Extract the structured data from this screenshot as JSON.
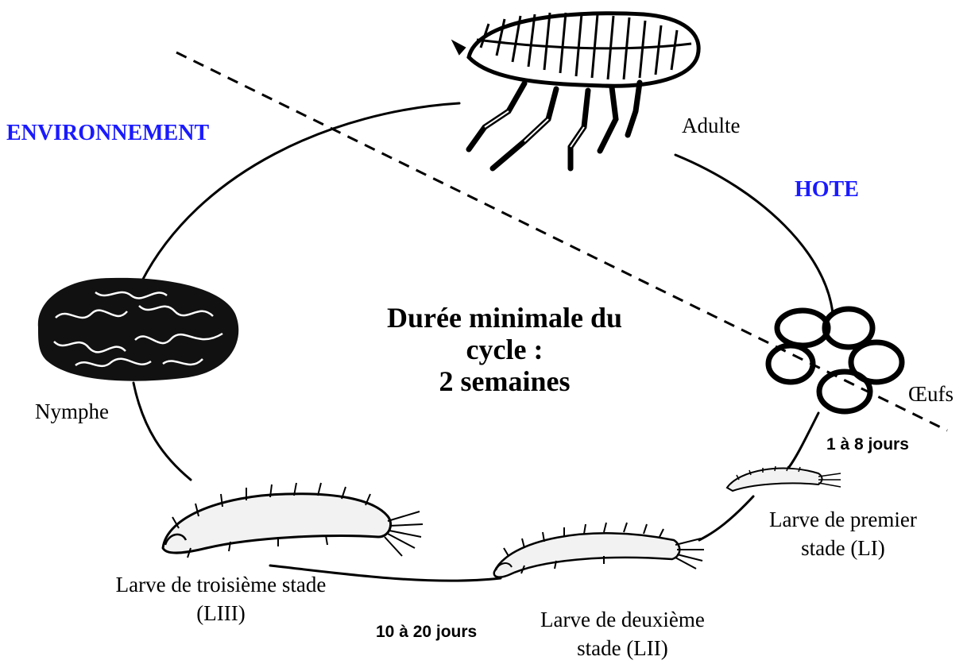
{
  "zones": {
    "environment": "ENVIRONNEMENT",
    "host": "HOTE"
  },
  "center": {
    "line1": "Durée minimale du",
    "line2": "cycle :",
    "line3": "2 semaines"
  },
  "stages": {
    "adult": "Adulte",
    "eggs": "Œufs",
    "nymph": "Nymphe",
    "larva1": {
      "line1": "Larve de premier",
      "line2": "stade (LI)"
    },
    "larva2": {
      "line1": "Larve de deuxième",
      "line2": "stade (LII)"
    },
    "larva3": {
      "line1": "Larve de troisième stade",
      "line2": "(LIII)"
    }
  },
  "durations": {
    "eggs_to_larva": "1 à 8 jours",
    "larva_development": "10 à 20 jours"
  },
  "colors": {
    "zone_label": "#1a1aff",
    "ink": "#000000"
  },
  "icons": [
    "flea-adult-icon",
    "egg-icon",
    "larva-icon",
    "cocoon-icon"
  ]
}
